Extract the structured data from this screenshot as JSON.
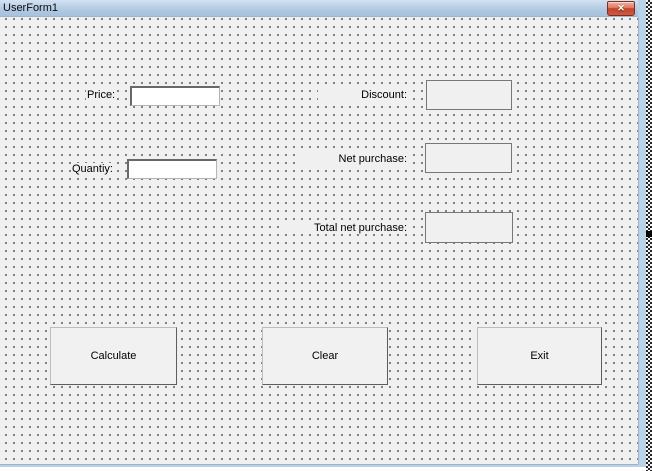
{
  "window": {
    "title": "UserForm1",
    "close_glyph": "✕"
  },
  "form": {
    "left_fields": [
      {
        "label": "Price:",
        "value": ""
      },
      {
        "label": "Quantiy:",
        "value": ""
      }
    ],
    "right_fields": [
      {
        "label": "Discount:",
        "value": ""
      },
      {
        "label": "Net purchase:",
        "value": ""
      },
      {
        "label": "Total net purchase:",
        "value": ""
      }
    ],
    "buttons": [
      {
        "label": "Calculate"
      },
      {
        "label": "Clear"
      },
      {
        "label": "Exit"
      }
    ]
  },
  "colors": {
    "titlebar_top": "#d3e2f3",
    "titlebar_bottom": "#a6c1dc",
    "window_frame": "#b9d2e8",
    "form_background": "#f0f0f0",
    "grid_dot": "#747474",
    "close_button_red": "#c0432e",
    "button_face": "#f1f1f1"
  }
}
